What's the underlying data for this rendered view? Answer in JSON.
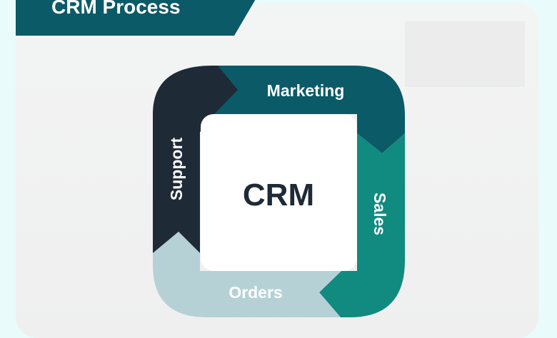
{
  "header": {
    "title": "CRM Process"
  },
  "diagram": {
    "center": "CRM",
    "segments": {
      "marketing": {
        "label": "Marketing",
        "color": "#0b5a67"
      },
      "sales": {
        "label": "Sales",
        "color": "#118a7f"
      },
      "orders": {
        "label": "Orders",
        "color": "#b6d1d6"
      },
      "support": {
        "label": "Support",
        "color": "#1f2a37"
      }
    }
  }
}
